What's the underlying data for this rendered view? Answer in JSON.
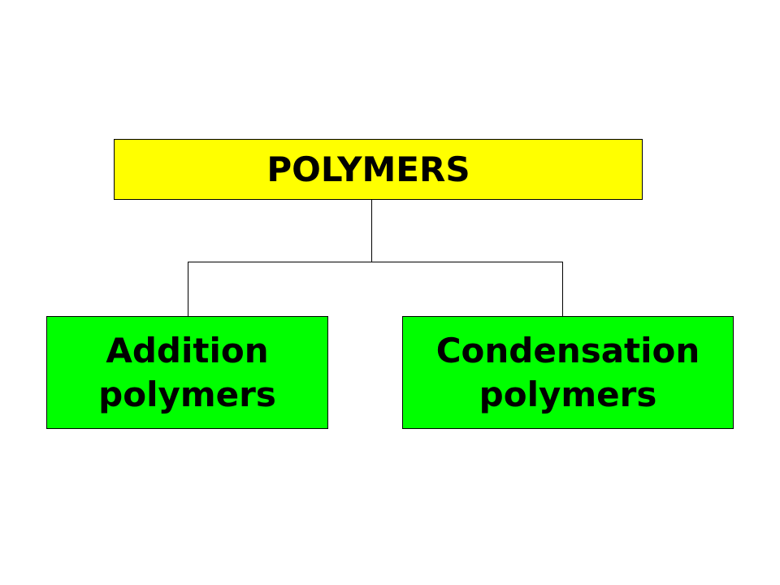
{
  "diagram": {
    "root": {
      "label": "POLYMERS",
      "fill": "#ffff00"
    },
    "children": [
      {
        "line1": "Addition",
        "line2": "polymers",
        "fill": "#00ff00"
      },
      {
        "line1": "Condensation",
        "line2": "polymers",
        "fill": "#00ff00"
      }
    ]
  }
}
